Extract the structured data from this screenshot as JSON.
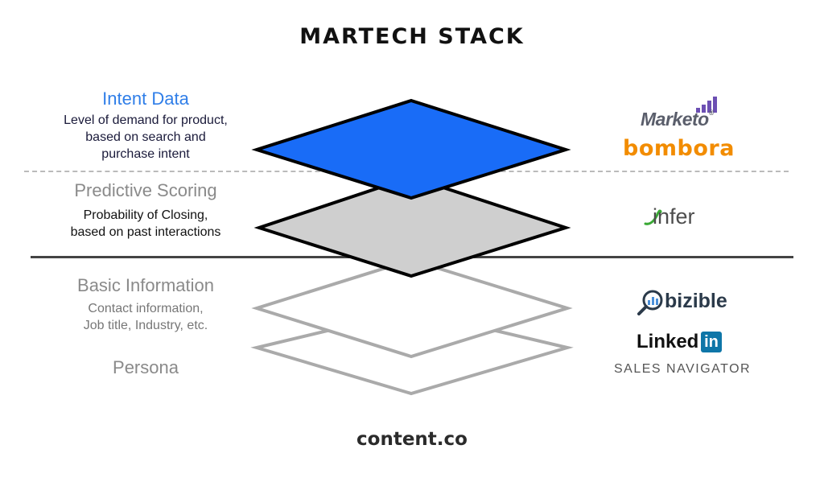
{
  "title": "MARTECH STACK",
  "layers": [
    {
      "id": "intent",
      "heading": "Intent Data",
      "description": [
        "Level of demand for product,",
        "based on search and",
        "purchase intent"
      ],
      "fill": "#196cf7",
      "stroke": "#000000",
      "logos": [
        "Marketo",
        "bombora"
      ]
    },
    {
      "id": "predictive",
      "heading": "Predictive Scoring",
      "description": [
        "Probability of Closing,",
        "based on past interactions"
      ],
      "fill": "#cfcfcf",
      "stroke": "#000000",
      "logos": [
        "infer"
      ]
    },
    {
      "id": "basic",
      "heading": "Basic Information",
      "description": [
        "Contact information,",
        "Job title, Industry, etc."
      ],
      "fill": "#ffffff",
      "stroke": "#aaaaaa",
      "logos": [
        "bizible"
      ]
    },
    {
      "id": "persona",
      "heading": "Persona",
      "description": [],
      "fill": "#ffffff",
      "stroke": "#aaaaaa",
      "logos": [
        "Linked",
        "in",
        "SALES NAVIGATOR"
      ]
    }
  ],
  "logos": {
    "marketo": "Marketo",
    "marketo_mark": "®",
    "bombora": "bombora",
    "infer": "infer",
    "bizible": "bizible",
    "linkedin_word": "Linked",
    "linkedin_badge": "in",
    "sales_navigator": "SALES NAVIGATOR"
  },
  "footer": "content.co",
  "colors": {
    "accent_blue": "#2f7ee8",
    "intent_fill": "#196cf7",
    "predictive_fill": "#cfcfcf",
    "marketo_purple": "#6c4fb3",
    "bombora_orange": "#f28c00",
    "infer_green": "#3aa935",
    "linkedin_blue": "#0e76a8"
  }
}
